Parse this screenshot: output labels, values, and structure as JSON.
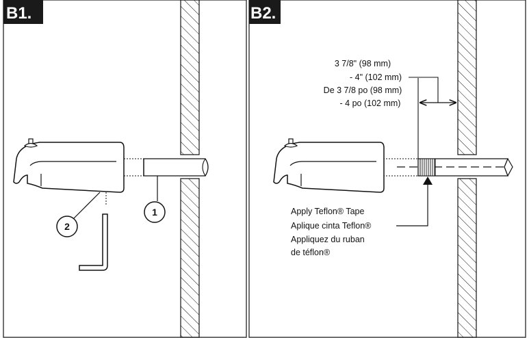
{
  "panels": [
    {
      "label": "B1."
    },
    {
      "label": "B2."
    }
  ],
  "b1": {
    "callout_pipe": "1",
    "callout_setscrew": "2"
  },
  "b2": {
    "dimension_lines": [
      "3 7/8\" (98 mm)",
      "- 4\" (102 mm)",
      "De 3 7/8 po (98 mm)",
      "- 4 po (102 mm)"
    ],
    "tape_lines": [
      "Apply Teflon® Tape",
      "Aplique cinta Teflon®",
      "Appliquez du ruban",
      "de téflon®"
    ]
  },
  "colors": {
    "ink": "#111111",
    "label_bg": "#1a1a1a",
    "label_text": "#ffffff",
    "background": "#ffffff"
  },
  "icons": {
    "spout": "tub-spout-icon",
    "pipe": "pipe-icon",
    "wall": "wall-section-icon",
    "hex_key": "allen-wrench-icon"
  }
}
